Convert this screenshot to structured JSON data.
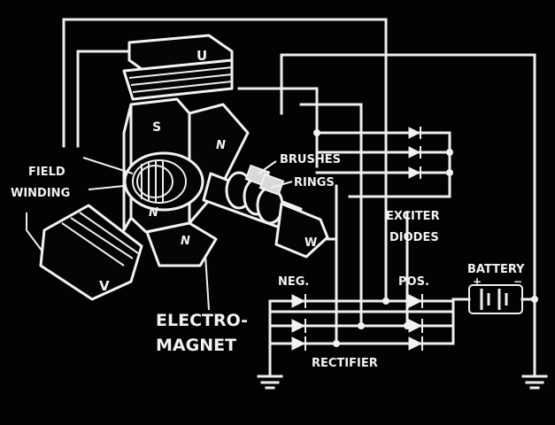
{
  "labels": {
    "u": "U",
    "v": "V",
    "w": "W",
    "s": "S",
    "n1": "N",
    "n2": "N",
    "n3": "N",
    "field_winding": [
      "FIELD",
      "WINDING"
    ],
    "brushes": "BRUSHES",
    "rings": "RINGS",
    "exciter_diodes": [
      "EXCITER",
      "DIODES"
    ],
    "neg": "NEG.",
    "pos": "POS.",
    "battery": "BATTERY",
    "battery_plus": "+",
    "battery_minus": "−",
    "electromagnet": [
      "ELECTRO-",
      "MAGNET"
    ],
    "rectifier": "RECTIFIER"
  },
  "colors": {
    "background": "#030303",
    "lines": "#eeeeee"
  }
}
